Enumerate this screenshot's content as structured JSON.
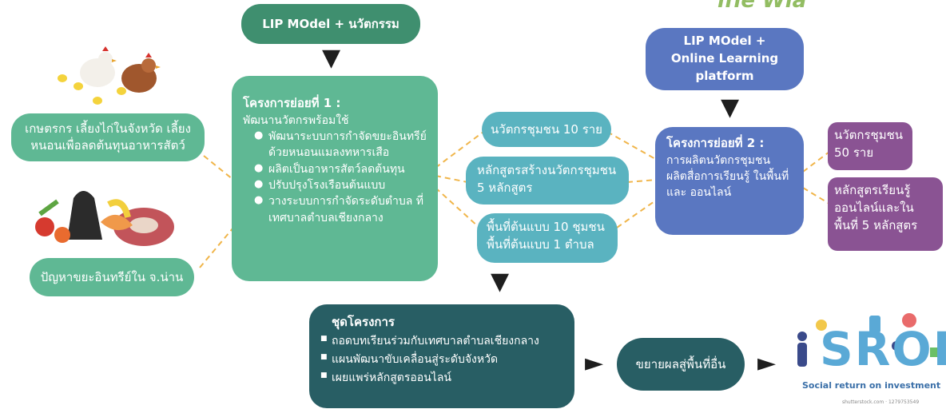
{
  "top_right_fragment": "ifle Wia",
  "nodes": {
    "model_innovation": "LIP MOdel + นวัตกรรม",
    "model_online": "LIP MOdel + Online Learning platform",
    "farmers": "เกษตรกร เลี้ยงไก่ในจังหวัด เลี้ยงหนอนเพื่อลดต้นทุนอาหารสัตว์",
    "waste_problem": "ปัญหาขยะอินทรีย์ใน จ.น่าน",
    "subproject1": {
      "title": "โครงการย่อยที่ 1 :",
      "subtitle": "พัฒนานวัตกรพร้อมใช้",
      "items": [
        "พัฒนาระบบการกำจัดขยะอินทรีย์ ด้วยหนอนแมลงทหารเสือ",
        "ผลิตเป็นอาหารสัตว์ลดต้นทุน",
        "ปรับปรุงโรงเรือนต้นแบบ",
        "วางระบบการกำจัดระดับตำบล ที่เทศบาลตำบลเชียงกลาง"
      ]
    },
    "out1": "นวัตกรชุมชน 10 ราย",
    "out2": "หลักสูตรสร้างนวัตกรชุมชน 5 หลักสูตร",
    "out3": "พื้นที่ต้นแบบ 10 ชุมชน พื้นที่ต้นแบบ 1 ตำบล",
    "subproject2": {
      "title": "โครงการย่อยที่ 2 :",
      "body": "การผลิตนวัตกรชุมชน ผลิตสื่อการเรียนรู้ ในพื้นที่ และ ออนไลน์"
    },
    "out4": "นวัตกรชุมชน 50 ราย",
    "out5": "หลักสูตรเรียนรู้ ออนไลน์และในพื้นที่ 5 หลักสูตร",
    "package": {
      "title": "ชุดโครงการ",
      "items": [
        "ถอดบทเรียนร่วมกับเทศบาลตำบลเชียงกลาง",
        "แผนพัฒนาขับเคลื่อนสู่ระดับจังหวัด",
        "เผยแพร่หลักสูตรออนไลน์"
      ]
    },
    "expand": "ขยายผลสู่พื้นที่อื่น"
  },
  "sroi": {
    "logo": "SROI",
    "caption": "Social return on investment",
    "credit": "shutterstock.com · 1279753549"
  },
  "colors": {
    "dark_green": "#3f8f6f",
    "mint": "#5fb894",
    "teal": "#5ab3c0",
    "slate": "#285e64",
    "blue": "#5a77c1",
    "purple": "#8a5393",
    "connector": "#f0b54a"
  }
}
